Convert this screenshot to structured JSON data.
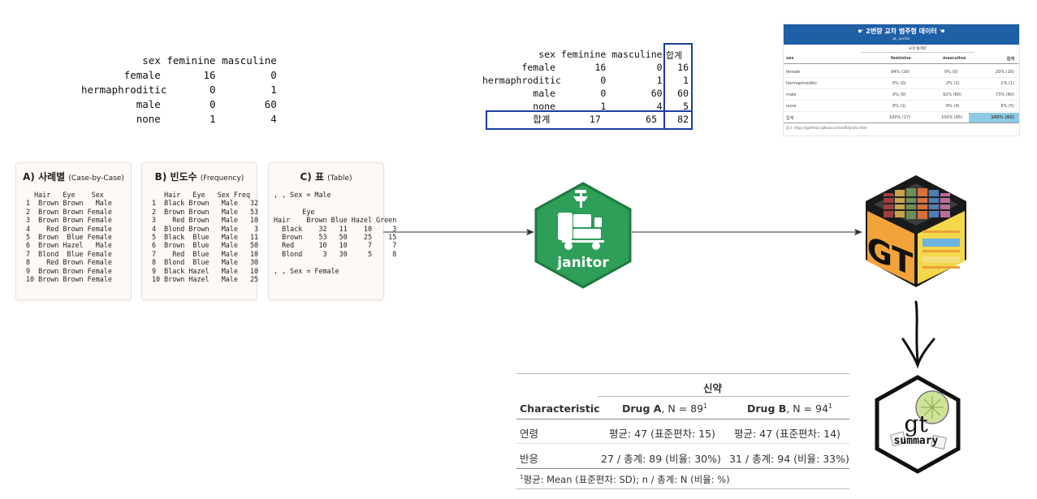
{
  "table1": {
    "rows": [
      "          sex feminine masculine",
      "       female       16         0",
      "hermaphroditic       0         1",
      "         male        0        60",
      "         none        1         4"
    ]
  },
  "table2": {
    "header": "          sex feminine masculine",
    "total_header": "합계",
    "rows": [
      "       female       16         0",
      "hermaphroditic       0         1",
      "         male        0        60",
      "         none        1         4"
    ],
    "row_totals": [
      "16",
      "1",
      "60",
      "5"
    ],
    "total_row": "         합계       17        65",
    "grand_total": "82",
    "highlight_color": "#1a3fa0"
  },
  "mini_gt": {
    "title": "☛ 2변량 교차 범주형 데이터 ☚",
    "subtitle": "gt, janitor",
    "spanner": "요약 통계량",
    "columns": [
      "sex",
      "feminine",
      "masculine",
      "합계"
    ],
    "rows": [
      [
        "female",
        "94% (16)",
        "0% (0)",
        "20% (16)"
      ],
      [
        "hermaphroditic",
        "0% (0)",
        "2% (1)",
        "1% (1)"
      ],
      [
        "male",
        "0% (0)",
        "92% (60)",
        "73% (60)"
      ],
      [
        "none",
        "6% (1)",
        "6% (4)",
        "6% (5)"
      ],
      [
        "합계",
        "100% (17)",
        "100% (65)",
        "100% (82)"
      ]
    ],
    "source": "참고: https://garthtarr.github.io/meatR/janitor.html",
    "header_color": "#1f5fa5",
    "highlight_color": "#8ecae6"
  },
  "cards": {
    "a": {
      "title": "A) 사례별",
      "subtitle": "(Case-by-Case)",
      "body": "  Hair   Eye    Sex\n1  Brown Brown   Male\n2  Brown Brown Female\n3  Brown Brown Female\n4    Red Brown Female\n5  Brown  Blue Female\n6  Brown Hazel   Male\n7  Blond  Blue Female\n8    Red Brown Female\n9  Brown Brown Female\n10 Brown Brown Female"
    },
    "b": {
      "title": "B) 빈도수",
      "subtitle": "(Frequency)",
      "body": "   Hair   Eye   Sex Freq\n1  Black Brown   Male   32\n2  Brown Brown   Male   53\n3    Red Brown   Male   10\n4  Blond Brown   Male    3\n5  Black  Blue   Male   11\n6  Brown  Blue   Male   50\n7    Red  Blue   Male   10\n8  Blond  Blue   Male   30\n9  Black Hazel   Male   10\n10 Brown Hazel   Male   25"
    },
    "c": {
      "title": "C) 표",
      "subtitle": "(Table)",
      "body": ", , Sex = Male\n\n       Eye\nHair    Brown Blue Hazel Green\n  Black    32   11    10     3\n  Brown    53   50    25    15\n  Red      10   10     7     7\n  Blond     3   30     5     8\n\n, , Sex = Female"
    }
  },
  "janitor_logo": {
    "label": "janitor",
    "color": "#2e9e58"
  },
  "gt_logo": {
    "label": "GT"
  },
  "gtsummary_logo": {
    "label_top": "gt",
    "label_bottom": "summary"
  },
  "gtsummary_table": {
    "spanner": "신약",
    "col_characteristic": "Characteristic",
    "col_a_bold": "Drug A",
    "col_a_rest": ", N = 89",
    "col_b_bold": "Drug B",
    "col_b_rest": ", N = 94",
    "footnote_mark": "1",
    "rows": [
      {
        "label": "연령",
        "a": "평균: 47 (표준편차: 15)",
        "b": "평균: 47 (표준편차: 14)"
      },
      {
        "label": "반응",
        "a": "27 / 총계: 89 (비율: 30%)",
        "b": "31 / 총계: 94 (비율: 33%)"
      }
    ],
    "footnote": "평균: Mean (표준편차: SD); n / 총계: N (비율: %)"
  }
}
